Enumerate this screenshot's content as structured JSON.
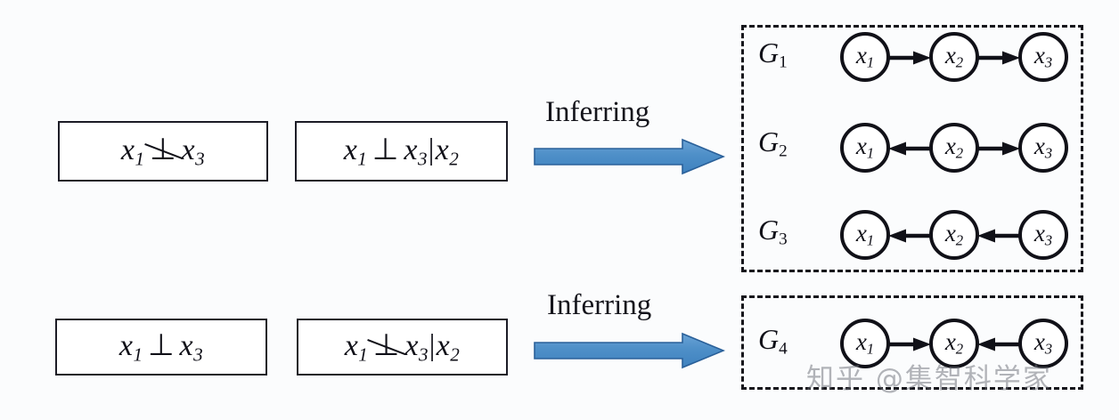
{
  "figure": {
    "background_color": "#fbfcfd",
    "ink_color": "#101018",
    "arrow_color": "#4e8fc8",
    "arrow_stroke_color": "#2a6099"
  },
  "rows": [
    {
      "id": "row-1",
      "premises": [
        {
          "id": "premise-1",
          "lhs": "x",
          "lhs_sub": "1",
          "relation": "not-independent",
          "relation_symbol": "⊥",
          "rhs": "x",
          "rhs_sub": "3",
          "condition": null,
          "text": "x1 ⊥̸ x3"
        },
        {
          "id": "premise-2",
          "lhs": "x",
          "lhs_sub": "1",
          "relation": "independent",
          "relation_symbol": "⊥",
          "rhs": "x",
          "rhs_sub": "3",
          "condition": "x",
          "condition_sub": "2",
          "text": "x1 ⊥ x3|x2"
        }
      ],
      "inferring_label": "Inferring",
      "graphs": [
        {
          "name": "G",
          "sub": "1",
          "nodes": [
            "x1",
            "x2",
            "x3"
          ],
          "edges": [
            {
              "from": 0,
              "to": 1,
              "direction": "right"
            },
            {
              "from": 1,
              "to": 2,
              "direction": "right"
            }
          ],
          "structure": "chain"
        },
        {
          "name": "G",
          "sub": "2",
          "nodes": [
            "x1",
            "x2",
            "x3"
          ],
          "edges": [
            {
              "from": 1,
              "to": 0,
              "direction": "left"
            },
            {
              "from": 1,
              "to": 2,
              "direction": "right"
            }
          ],
          "structure": "fork"
        },
        {
          "name": "G",
          "sub": "3",
          "nodes": [
            "x1",
            "x2",
            "x3"
          ],
          "edges": [
            {
              "from": 1,
              "to": 0,
              "direction": "left"
            },
            {
              "from": 2,
              "to": 1,
              "direction": "left"
            }
          ],
          "structure": "reverse-chain"
        }
      ]
    },
    {
      "id": "row-2",
      "premises": [
        {
          "id": "premise-3",
          "lhs": "x",
          "lhs_sub": "1",
          "relation": "independent",
          "relation_symbol": "⊥",
          "rhs": "x",
          "rhs_sub": "3",
          "condition": null,
          "text": "x1 ⊥ x3"
        },
        {
          "id": "premise-4",
          "lhs": "x",
          "lhs_sub": "1",
          "relation": "not-independent",
          "relation_symbol": "⊥",
          "rhs": "x",
          "rhs_sub": "3",
          "condition": "x",
          "condition_sub": "2",
          "text": "x1 ⊥̸ x3|x2"
        }
      ],
      "inferring_label": "Inferring",
      "graphs": [
        {
          "name": "G",
          "sub": "4",
          "nodes": [
            "x1",
            "x2",
            "x3"
          ],
          "edges": [
            {
              "from": 0,
              "to": 1,
              "direction": "right"
            },
            {
              "from": 2,
              "to": 1,
              "direction": "left"
            }
          ],
          "structure": "collider"
        }
      ]
    }
  ],
  "node_labels": {
    "var": "x",
    "s1": "1",
    "s2": "2",
    "s3": "3"
  },
  "watermark": {
    "text": "知乎 @集智科学家"
  }
}
